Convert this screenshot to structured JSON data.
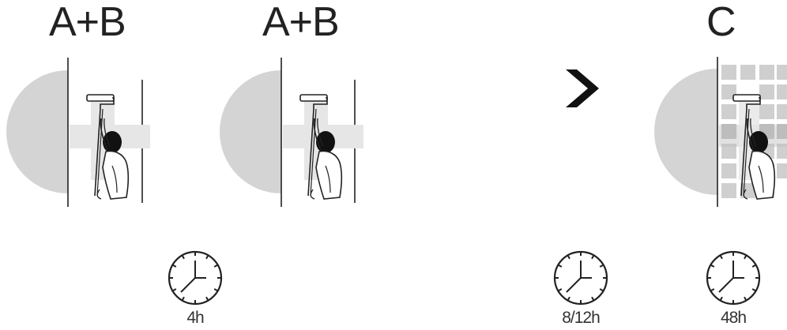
{
  "steps": [
    {
      "label": "A+B"
    },
    {
      "label": "A+B"
    },
    {
      "label": "C"
    }
  ],
  "timers": [
    {
      "label": "4h"
    },
    {
      "label": "8/12h"
    },
    {
      "label": "48h"
    }
  ],
  "colors": {
    "wall": "#d4d4d4",
    "band": "#e6e6e6",
    "tile": "#cfcfcf",
    "arrow": "#111111",
    "ink": "#222222"
  },
  "icons": [
    "painter-roller-icon",
    "clock-icon",
    "chevron-right-icon"
  ]
}
